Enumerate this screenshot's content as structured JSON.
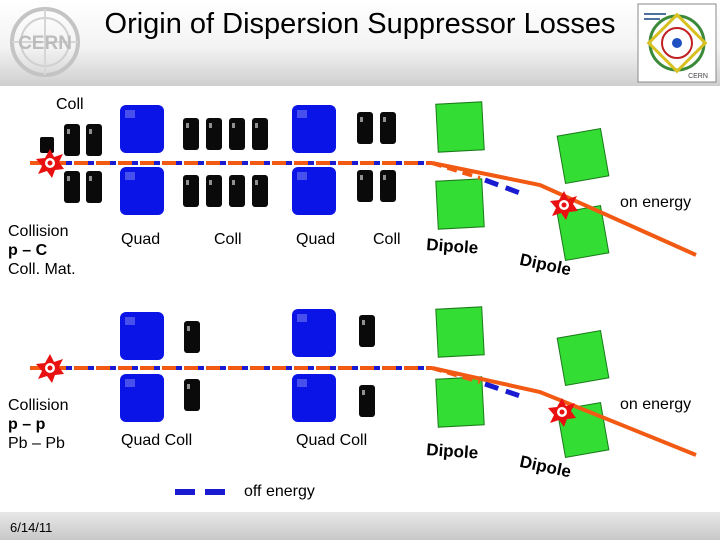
{
  "title": "Origin of Dispersion Suppressor Losses",
  "logos": {
    "left": "CERN",
    "right": "CERN"
  },
  "top_labels": {
    "coll_top": "Coll",
    "quad1": "Quad",
    "coll1": "Coll",
    "quad2": "Quad",
    "coll2": "Coll",
    "dipole1": "Dipole",
    "dipole2": "Dipole",
    "on_energy": "on energy"
  },
  "bottom_labels": {
    "quad_coll1": "Quad  Coll",
    "quad_coll2": "Quad  Coll",
    "dipole1": "Dipole",
    "dipole2": "Dipole",
    "on_energy": "on energy",
    "off_energy": "off energy"
  },
  "left_top": {
    "line1": "Collision",
    "line2": "p – C",
    "line3": "Coll. Mat."
  },
  "left_bottom": {
    "line1": "Collision",
    "line2": "p – p",
    "line3": "Pb – Pb"
  },
  "date": "6/14/11",
  "colors": {
    "quad": "#0a14e6",
    "coll": "#0a0a0a",
    "dipole": "#33dd33",
    "beam": "#f25a14",
    "off_energy": "#1a1ad0",
    "star": "#e81010"
  }
}
